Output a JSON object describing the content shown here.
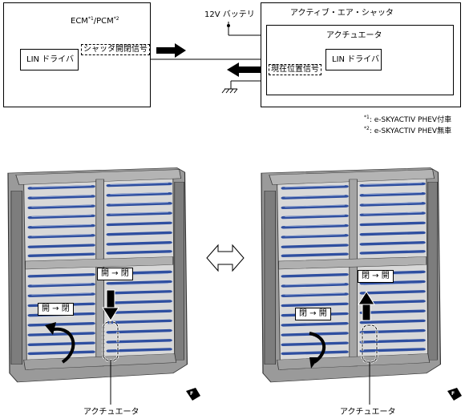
{
  "diagram": {
    "ecm_label": "ECM",
    "ecm_sup1": "*1",
    "pcm_label": "/PCM",
    "ecm_sup2": "*2",
    "lin_driver_left": "LIN ドライバ",
    "signal_out": "シャッタ開閉信号",
    "battery_label": "12V バッテリ",
    "shutter_label": "アクティブ・エア・シャッタ",
    "actuator_label": "アクチュエータ",
    "lin_driver_right": "LIN ドライバ",
    "signal_in": "現在位置信号",
    "note1_mark": "*1",
    "note1_text": ": e-SKYACTIV PHEV付車",
    "note2_mark": "*2",
    "note2_text": ": e-SKYACTIV PHEV無車",
    "left_panel": {
      "upper_tag": "開 → 閉",
      "lower_tag": "開 → 閉",
      "actuator_caption": "アクチュエータ",
      "front_mark": "F"
    },
    "right_panel": {
      "upper_tag": "閉 → 開",
      "lower_tag": "閉 → 開",
      "actuator_caption": "アクチュエータ",
      "front_mark": "F"
    },
    "colors": {
      "louver": "#2f4fa0",
      "frame": "#8a8a8a",
      "frame_dark": "#4a4a4a"
    }
  }
}
